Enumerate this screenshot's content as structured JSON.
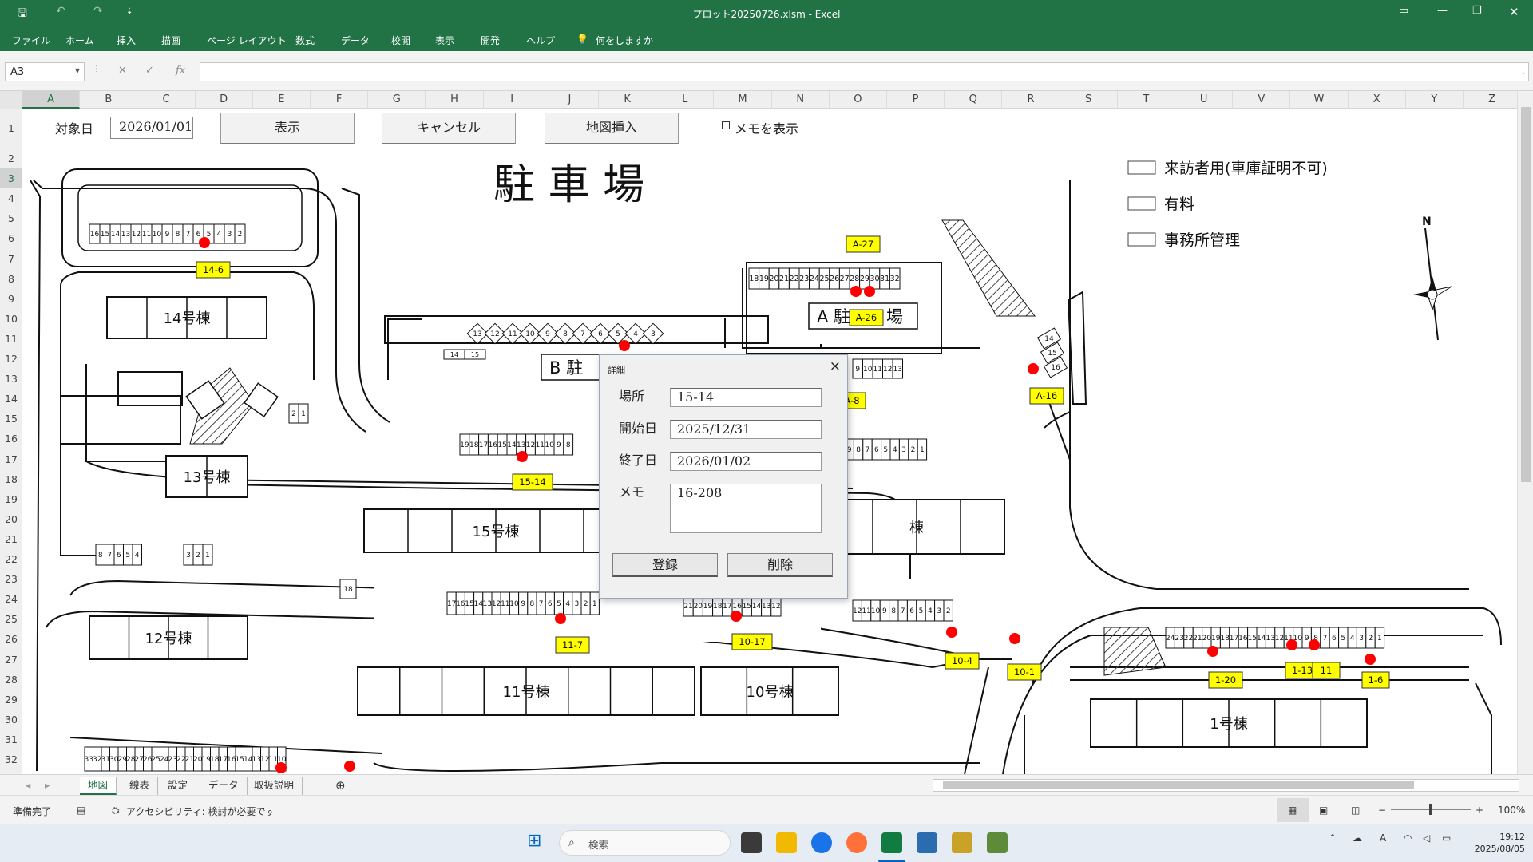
{
  "titlebar": {
    "title": "プロット20250726.xlsm  -  Excel"
  },
  "ribbon": {
    "tabs": [
      "ファイル",
      "ホーム",
      "挿入",
      "描画",
      "ページ レイアウト",
      "数式",
      "データ",
      "校閲",
      "表示",
      "開発",
      "ヘルプ"
    ],
    "tell_me": "何をしますか"
  },
  "formula_bar": {
    "name_box": "A3",
    "formula": ""
  },
  "columns": [
    "A",
    "B",
    "C",
    "D",
    "E",
    "F",
    "G",
    "H",
    "I",
    "J",
    "K",
    "L",
    "M",
    "N",
    "O",
    "P",
    "Q",
    "R",
    "S",
    "T",
    "U",
    "V",
    "W",
    "X",
    "Y",
    "Z"
  ],
  "rows": [
    "1",
    "2",
    "3",
    "4",
    "5",
    "6",
    "7",
    "8",
    "9",
    "10",
    "11",
    "12",
    "13",
    "14",
    "15",
    "16",
    "17",
    "18",
    "19",
    "20",
    "21",
    "22",
    "23",
    "24",
    "25",
    "26",
    "27",
    "28",
    "29",
    "30",
    "31",
    "32"
  ],
  "sheet_controls": {
    "target_date_label": "対象日",
    "target_date_value": "2026/01/01",
    "show_button": "表示",
    "cancel_button": "キャンセル",
    "insert_map_button": "地図挿入",
    "show_memo_label": "メモを表示"
  },
  "map": {
    "title": "駐 車 場",
    "legend": [
      "来訪者用(車庫証明不可)",
      "有料",
      "事務所管理"
    ],
    "compass": "N",
    "buildings": [
      "14号棟",
      "13号棟",
      "15号棟",
      "12号棟",
      "11号棟",
      "10号棟",
      "1号棟",
      "棟"
    ],
    "lot_names": [
      "A 駐",
      "場",
      "B 駐"
    ],
    "spot_labels": [
      "A-27",
      "A-26",
      "A-8",
      "A-16",
      "14-6",
      "15-14",
      "11-7",
      "10-17",
      "10-4",
      "10-1",
      "1-20",
      "1-13",
      "11",
      "1-6"
    ],
    "row_numbers": {
      "r14": [
        "16",
        "15",
        "14",
        "13",
        "12",
        "11",
        "10",
        "9",
        "8",
        "7",
        "6",
        "5",
        "4",
        "3",
        "2"
      ],
      "rB": [
        "13",
        "12",
        "11",
        "10",
        "9",
        "8",
        "7",
        "6",
        "5",
        "4",
        "3"
      ],
      "rB2": [
        "14",
        "15"
      ],
      "rA_top": [
        "18",
        "19",
        "20",
        "21",
        "22",
        "23",
        "24",
        "25",
        "26",
        "27",
        "28",
        "29",
        "30",
        "31",
        "32"
      ],
      "rA2": [
        "9",
        "10",
        "11",
        "12",
        "13"
      ],
      "r15": [
        "19",
        "18",
        "17",
        "16",
        "15",
        "14",
        "13",
        "12",
        "11",
        "10",
        "9",
        "8"
      ],
      "rA3": [
        "9",
        "8",
        "7",
        "6",
        "5",
        "4",
        "3",
        "2",
        "1"
      ],
      "r21": [
        "2",
        "1"
      ],
      "r13": [
        "8",
        "7",
        "6",
        "5",
        "4"
      ],
      "r13b": [
        "3",
        "2",
        "1"
      ],
      "r18": [
        "18"
      ],
      "r11": [
        "17",
        "16",
        "15",
        "14",
        "13",
        "12",
        "11",
        "10",
        "9",
        "8",
        "7",
        "6",
        "5",
        "4",
        "3",
        "2",
        "1"
      ],
      "r10": [
        "21",
        "20",
        "19",
        "18",
        "17",
        "16",
        "15",
        "14",
        "13",
        "12"
      ],
      "r10b": [
        "12",
        "11",
        "10",
        "9",
        "8",
        "7",
        "6",
        "5",
        "4",
        "3",
        "2"
      ],
      "rA16": [
        "14",
        "15",
        "16"
      ],
      "r1": [
        "24",
        "23",
        "22",
        "21",
        "20",
        "19",
        "18",
        "17",
        "16",
        "15",
        "14",
        "13",
        "12",
        "11",
        "10",
        "9",
        "8",
        "7",
        "6",
        "5",
        "4",
        "3",
        "2",
        "1"
      ],
      "r12": [
        "33",
        "32",
        "31",
        "30",
        "29",
        "28",
        "27",
        "26",
        "25",
        "24",
        "23",
        "22",
        "21",
        "20",
        "19",
        "18",
        "17",
        "16",
        "15",
        "14",
        "13",
        "12",
        "11",
        "10"
      ]
    }
  },
  "dialog": {
    "title": "詳細",
    "close": "×",
    "place_label": "場所",
    "place_value": "15-14",
    "start_label": "開始日",
    "start_value": "2025/12/31",
    "end_label": "終了日",
    "end_value": "2026/01/02",
    "memo_label": "メモ",
    "memo_value": "16-208",
    "register_button": "登録",
    "delete_button": "削除"
  },
  "sheet_tabs": [
    "地図",
    "線表",
    "設定",
    "データ",
    "取扱説明"
  ],
  "status": {
    "ready": "準備完了",
    "accessibility": "アクセシビリティ: 検討が必要です",
    "zoom": "100%"
  },
  "taskbar": {
    "search_placeholder": "検索",
    "time": "19:12",
    "date": "2025/08/05"
  },
  "colors": {
    "excel_green": "#217346",
    "spot_label_bg": "#ffff00",
    "marker": "#ff0000"
  }
}
